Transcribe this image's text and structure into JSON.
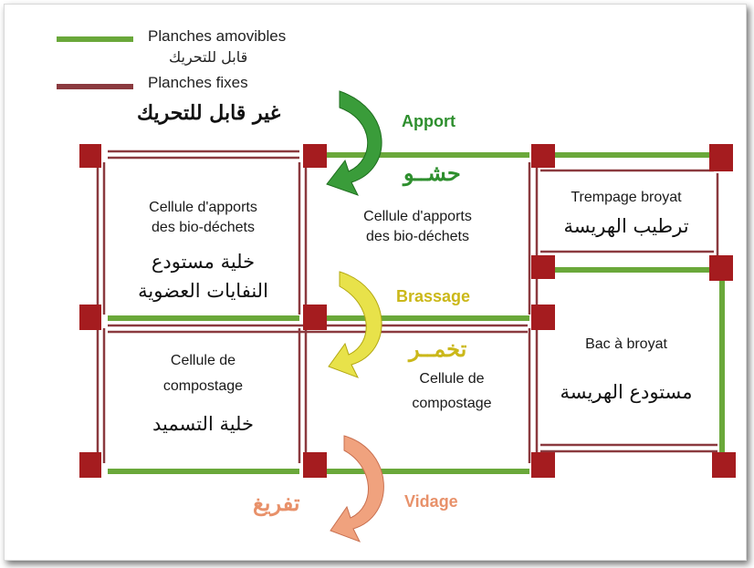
{
  "legend": {
    "movable_fr": "Planches amovibles",
    "movable_ar": "قابل للتحريك",
    "fixed_fr": "Planches fixes",
    "fixed_ar": "غير قابل للتحريك"
  },
  "colors": {
    "movable": "#6aa83a",
    "fixed": "#8b3a3f",
    "post": "#a51c1f",
    "apport": "#2e8f2e",
    "brassage": "#d4c01a",
    "vidage": "#e8916a"
  },
  "steps": {
    "apport_fr": "Apport",
    "apport_ar": "حشــو",
    "brassage_fr": "Brassage",
    "brassage_ar": "تخمــر",
    "vidage_fr": "Vidage",
    "vidage_ar": "تفريغ"
  },
  "cells": {
    "c1_fr_1": "Cellule d'apports",
    "c1_fr_2": "des bio-déchets",
    "c1_ar_1": "خلية مستودع",
    "c1_ar_2": "النفايات العضوية",
    "c2_fr_1": "Cellule d'apports",
    "c2_fr_2": "des bio-déchets",
    "c3_fr_1": "Cellule de",
    "c3_fr_2": "compostage",
    "c3_ar": "خلية التسميد",
    "c4_fr_1": "Cellule de",
    "c4_fr_2": "compostage",
    "c5_fr": "Trempage broyat",
    "c5_ar": "ترطيب الهريسة",
    "c6_fr": "Bac à broyat",
    "c6_ar": "مستودع الهريسة"
  }
}
